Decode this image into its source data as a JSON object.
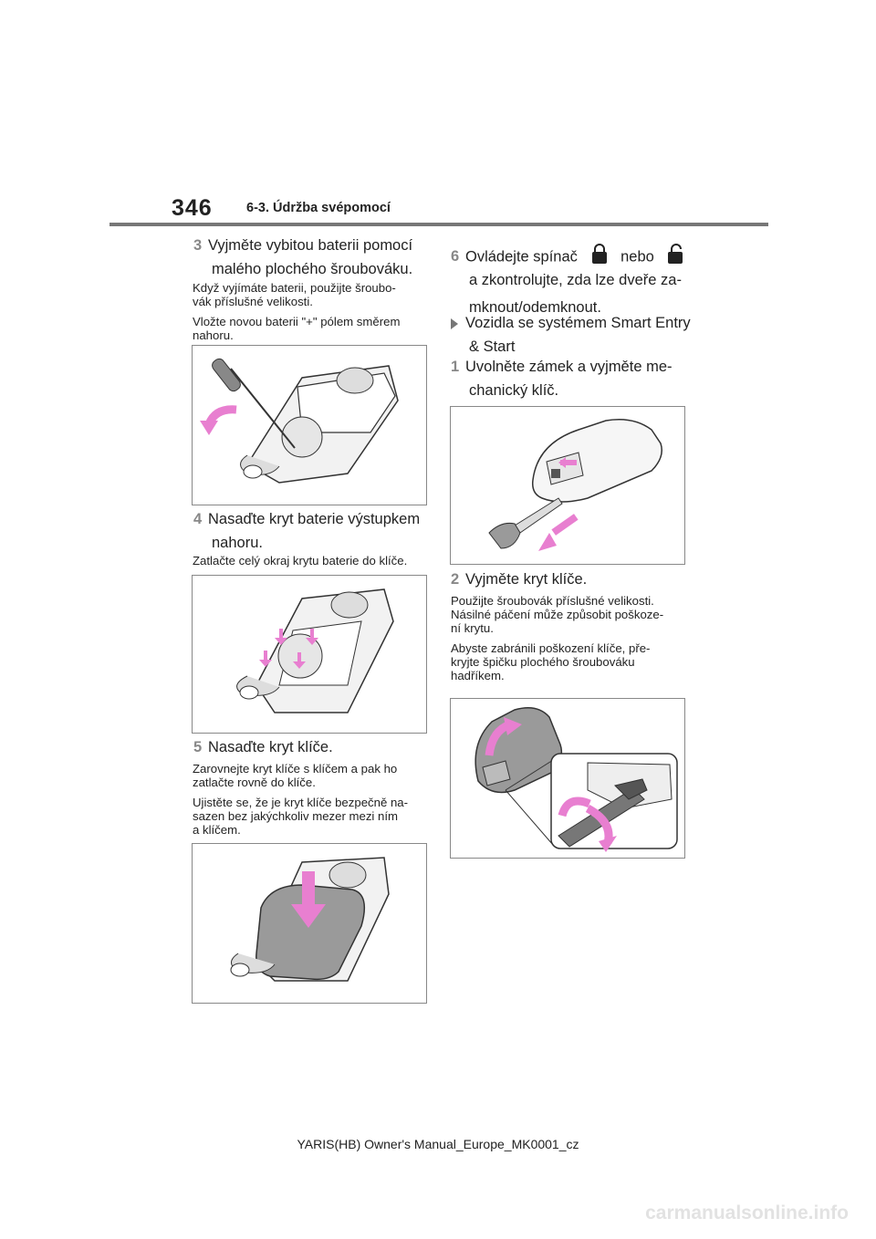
{
  "header": {
    "page_number": "346",
    "section": "6-3. Údržba svépomocí"
  },
  "left": {
    "step3": {
      "num": "3",
      "line1": "Vyjměte vybitou baterii pomocí",
      "line2": "malého plochého šroubováku."
    },
    "step3_note1a": "Když vyjímáte baterii, použijte šroubo-",
    "step3_note1b": "vák příslušné velikosti.",
    "step3_note2a": "Vložte novou baterii \"+\" pólem směrem",
    "step3_note2b": "nahoru.",
    "step4": {
      "num": "4",
      "line1": "Nasaďte kryt baterie výstupkem",
      "line2": "nahoru."
    },
    "step4_note": "Zatlačte celý okraj krytu baterie do klíče.",
    "step5": {
      "num": "5",
      "line1": "Nasaďte kryt klíče."
    },
    "step5_note1a": "Zarovnejte kryt klíče s klíčem a pak ho",
    "step5_note1b": "zatlačte rovně do klíče.",
    "step5_note2a": "Ujistěte se, že je kryt klíče bezpečně na-",
    "step5_note2b": "sazen bez jakýchkoliv mezer mezi ním",
    "step5_note2c": "a klíčem."
  },
  "right": {
    "step6": {
      "num": "6",
      "line1a": "Ovládejte spínač",
      "line1b": "nebo",
      "line2": "a zkontrolujte, zda lze dveře za-",
      "line3": "mknout/odemknout."
    },
    "bullet": {
      "line1": "Vozidla se systémem Smart Entry",
      "line2": "& Start"
    },
    "step1": {
      "num": "1",
      "line1": "Uvolněte zámek a vyjměte me-",
      "line2": "chanický klíč."
    },
    "step2": {
      "num": "2",
      "line1": "Vyjměte kryt klíče."
    },
    "step2_note1a": "Použijte šroubovák příslušné velikosti.",
    "step2_note1b": "Násilné páčení může způsobit poškoze-",
    "step2_note1c": "ní krytu.",
    "step2_note2a": "Abyste zabránili poškození klíče, pře-",
    "step2_note2b": "kryjte špičku plochého šroubováku",
    "step2_note2c": "hadříkem."
  },
  "icons": {
    "lock": "lock-icon",
    "unlock": "unlock-icon"
  },
  "colors": {
    "accent": "#e87fd0",
    "rule": "#777777",
    "step_number": "#888888"
  },
  "footer": "YARIS(HB) Owner's Manual_Europe_MK0001_cz",
  "watermark": "carmanualsonline.info"
}
